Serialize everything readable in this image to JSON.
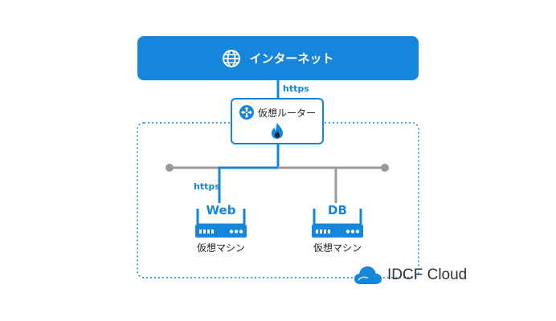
{
  "internet": {
    "label": "インターネット",
    "icon": "globe-icon"
  },
  "router": {
    "label": "仮想ルーター",
    "icon": "router-icon",
    "flame_icon": "firewall-flame-icon"
  },
  "links": {
    "internet_router": "https",
    "router_web": "https"
  },
  "servers": [
    {
      "tag": "Web",
      "caption": "仮想マシン",
      "icon": "server-icon"
    },
    {
      "tag": "DB",
      "caption": "仮想マシン",
      "icon": "server-icon"
    }
  ],
  "brand": {
    "name": "IDCF Cloud",
    "icon": "cloud-icon"
  },
  "colors": {
    "accent": "#1486db",
    "cable": "#999999",
    "text": "#222222"
  }
}
